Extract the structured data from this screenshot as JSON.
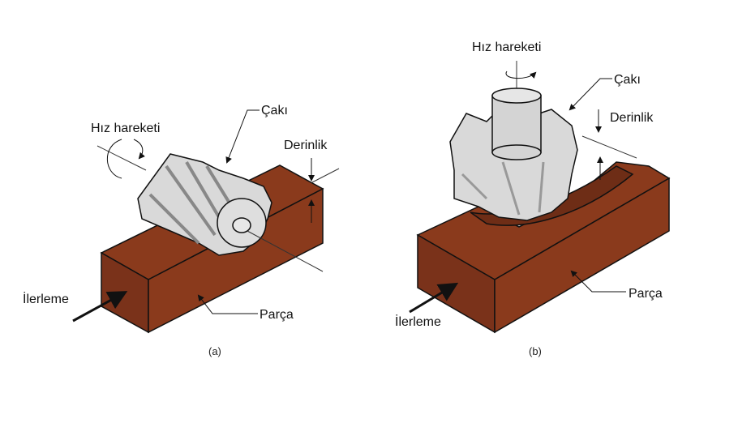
{
  "figure_a": {
    "labels": {
      "speed": "Hız hareketi",
      "cutter": "Çakı",
      "depth": "Derinlik",
      "feed": "İlerleme",
      "workpiece": "Parça"
    },
    "caption": "(a)"
  },
  "figure_b": {
    "labels": {
      "speed": "Hız hareketi",
      "cutter": "Çakı",
      "depth": "Derinlik",
      "feed": "İlerleme",
      "workpiece": "Parça"
    },
    "caption": "(b)"
  },
  "colors": {
    "workpiece": "#8a3a1c",
    "workpiece_dark": "#73301a",
    "cutter": "#d9d9d9",
    "cutter_shade": "#b5b5b5"
  }
}
